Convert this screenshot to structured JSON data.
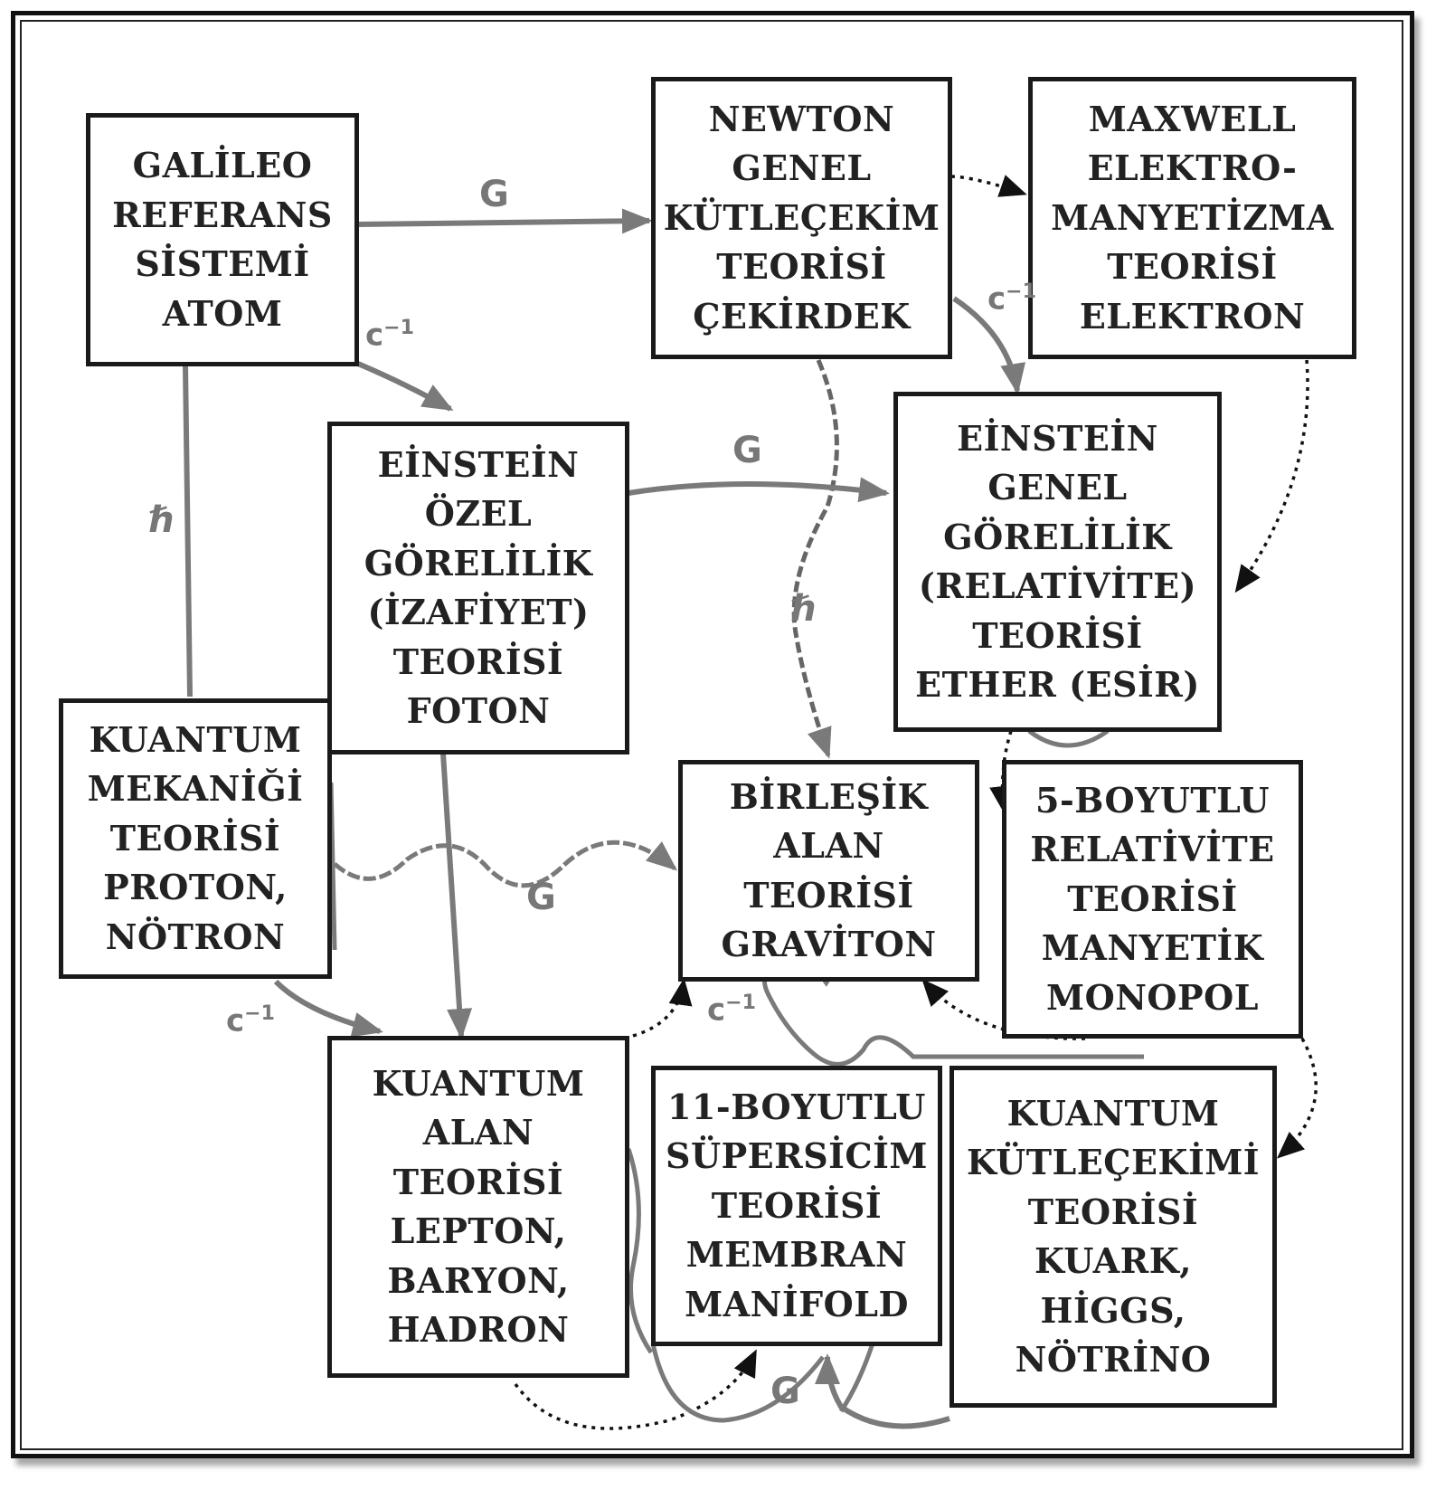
{
  "boxes": {
    "galileo": "GALİLEO\nREFERANS\nSİSTEMİ\nATOM",
    "newton": "NEWTON\nGENEL\nKÜTLEÇEKİM\nTEORİSİ\nÇEKİRDEK",
    "maxwell": "MAXWELL\nELEKTRO-\nMANYETİZMA\nTEORİSİ\nELEKTRON",
    "einstein_special": "EİNSTEİN\nÖZEL\nGÖRELİLİK\n(İZAFİYET)\nTEORİSİ\nFOTON",
    "einstein_general": "EİNSTEİN\nGENEL\nGÖRELİLİK\n(RELATİVİTE)\nTEORİSİ\nETHER (ESİR)",
    "quantum_mechanics": "KUANTUM\nMEKANİĞİ\nTEORİSİ\nPROTON,\nNÖTRON",
    "unified_field": "BİRLEŞİK\nALAN\nTEORİSİ\nGRAVİTON",
    "five_dim": "5-BOYUTLU\nRELATİVİTE\nTEORİSİ\nMANYETİK\nMONOPOL",
    "quantum_field": "KUANTUM\nALAN\nTEORİSİ\nLEPTON,\nBARYON,\nHADRON",
    "eleven_dim": "11-BOYUTLU\nSÜPERSİCİM\nTEORİSİ\nMEMBRAN\nMANİFOLD",
    "quantum_gravity": "KUANTUM\nKÜTLEÇEKİMİ\nTEORİSİ\nKUARK,\nHİGGS,\nNÖTRİNO"
  },
  "edge_labels": {
    "g": "G",
    "h": "ℏ",
    "c_base": "c",
    "c_exp": "−1"
  },
  "colors": {
    "box_border": "#1a1a1a",
    "line": "#7a7a7a",
    "dotted": "#222222"
  }
}
